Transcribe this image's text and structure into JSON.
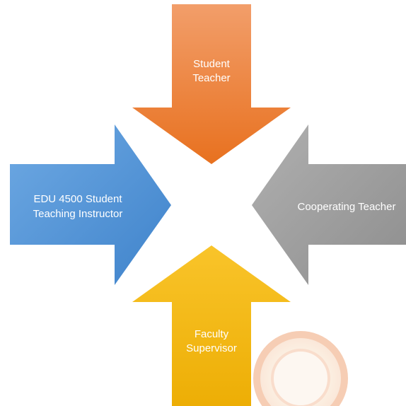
{
  "diagram": {
    "colors": {
      "top": "#F07A2C",
      "left": "#4F93D8",
      "right": "#A6A6A6",
      "bottom": "#F5B812",
      "watermark": "#E8712A"
    },
    "arrows": {
      "top": {
        "line1": "Student",
        "line2": "Teacher"
      },
      "left": {
        "line1": "EDU 4500 Student",
        "line2": "Teaching Instructor"
      },
      "right": {
        "line1": "Cooperating Teacher"
      },
      "bottom": {
        "line1": "Faculty",
        "line2": "Supervisor"
      }
    }
  }
}
